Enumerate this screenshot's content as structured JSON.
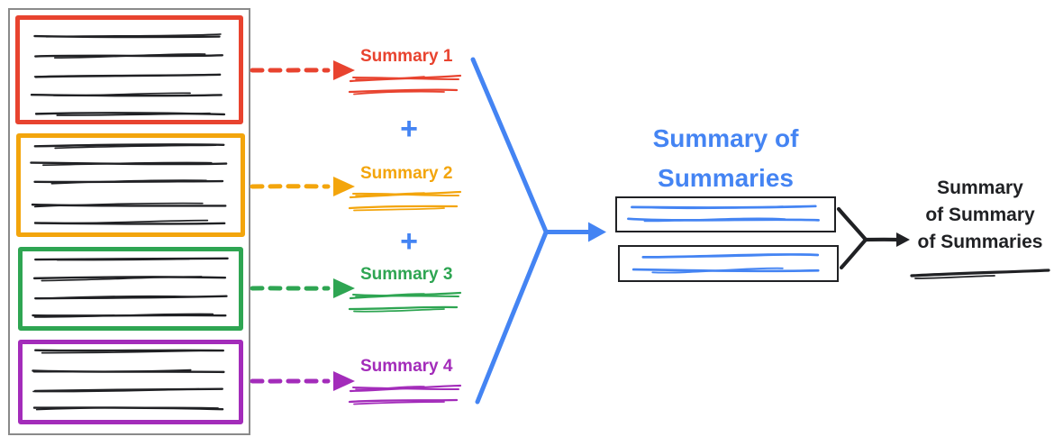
{
  "colors": {
    "red": "#E8432F",
    "yellow": "#F3A50C",
    "green": "#2EA552",
    "purple": "#A32CBA",
    "blue": "#4484F3",
    "ink": "#202124",
    "frame": "#8A8A8A"
  },
  "diagram": {
    "summaries": [
      {
        "label": "Summary 1",
        "color": "#E8432F"
      },
      {
        "label": "Summary 2",
        "color": "#F3A50C"
      },
      {
        "label": "Summary 3",
        "color": "#2EA552"
      },
      {
        "label": "Summary 4",
        "color": "#A32CBA"
      }
    ],
    "plus_signs": [
      "+",
      "+"
    ],
    "summary_of_summaries": {
      "title": "Summary of Summaries",
      "title_lines": [
        "Summary of",
        "Summaries"
      ],
      "color": "#4484F3",
      "box_count": 2
    },
    "final_summary": {
      "text": "Summary of Summary of Summaries",
      "lines": [
        "Summary",
        "of Summary",
        "of Summaries"
      ]
    }
  }
}
